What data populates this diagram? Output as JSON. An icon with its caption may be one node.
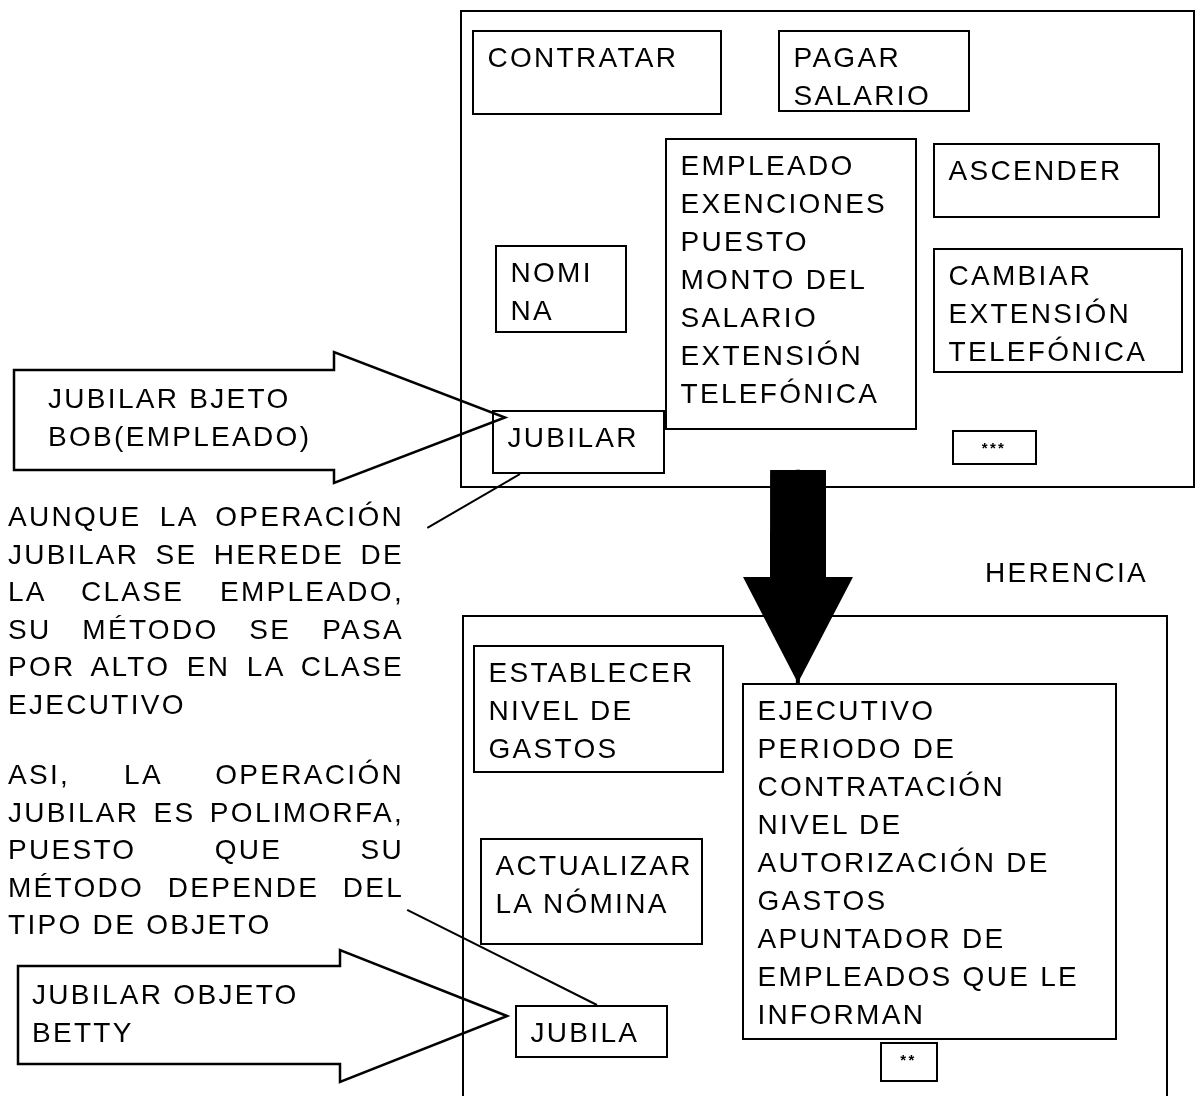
{
  "diagram": {
    "nodes": [
      {
        "text": [],
        "shape": "box"
      },
      {
        "text": [
          "CONTRATAR"
        ],
        "in": 0
      },
      {
        "text": [
          "PAGAR SALARIO"
        ],
        "in": 0
      },
      {
        "text": [
          "EMPLEADO",
          "EXENCIONES",
          "PUESTO",
          "MONTO DEL SALARIO",
          "EXTENSIÓN TELEFÓNICA"
        ],
        "in": 0
      },
      {
        "text": [
          "ASCENDER"
        ],
        "in": 0
      },
      {
        "text": [
          "NOMI NA"
        ],
        "in": 0
      },
      {
        "text": [
          "CAMBIAR EXTENSIÓN TELEFÓNICA"
        ],
        "in": 0
      },
      {
        "text": [
          "JUBILAR"
        ],
        "in": 0
      },
      {
        "text": [
          "***"
        ],
        "in": 0
      },
      {
        "text": [
          "JUBILAR BJETO BOB(EMPLEADO)"
        ]
      },
      {
        "text": [
          "AUNQUE LA OPERACIÓN JUBILAR SE HEREDE DE LA CLASE EMPLEADO, SU MÉTODO SE PASA POR ALTO EN LA CLASE EJECUTIVO"
        ]
      },
      {
        "text": [],
        "shape": "box"
      },
      {
        "text": [
          "ESTABLECER NIVEL DE GASTOS"
        ],
        "in": 11
      },
      {
        "text": [
          "EJECUTIVO",
          "PERIODO DE CONTRATACIÓN",
          "NIVEL DE AUTORIZACIÓN DE GASTOS",
          "APUNTADOR DE EMPLEADOS QUE LE INFORMAN"
        ],
        "in": 11
      },
      {
        "text": [
          "ACTUALIZAR LA NÓMINA"
        ],
        "in": 11
      },
      {
        "text": [
          "JUBILA"
        ],
        "in": 11
      },
      {
        "text": [
          "**"
        ],
        "in": 11
      },
      {
        "text": [
          "ASI, LA OPERACIÓN JUBILAR ES POLIMORFA, PUESTO QUE SU MÉTODO DEPENDE DEL TIPO DE OBJETO"
        ]
      },
      {
        "text": [
          "JUBILAR OBJETO BETTY"
        ]
      }
    ],
    "edges": [
      {
        "from": 0,
        "to": 13,
        "arrow": "to",
        "style": "thick"
      },
      {
        "from": 10,
        "to": 7,
        "arrow": "none"
      },
      {
        "from": 17,
        "to": 15,
        "arrow": "none"
      }
    ],
    "labels": [
      "HERENCIA"
    ]
  }
}
